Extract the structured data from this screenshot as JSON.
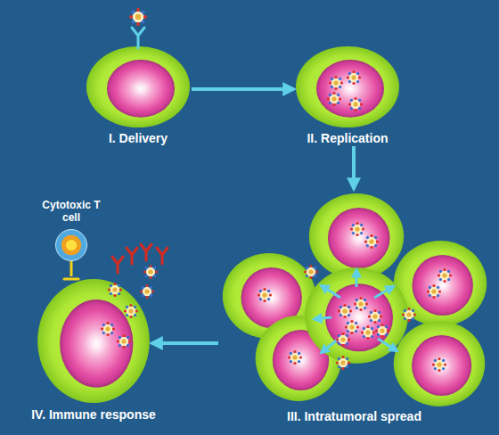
{
  "diagram": {
    "nodes": [
      {
        "text": [
          "I. Delivery"
        ]
      },
      {
        "text": [
          "II. Replication"
        ]
      },
      {
        "text": [
          "III. Intratumoral spread"
        ]
      },
      {
        "text": [
          "Cytotoxic T cell"
        ]
      },
      {
        "text": [
          "IV. Immune response"
        ]
      }
    ],
    "edges": [
      {
        "from": 0,
        "to": 1,
        "arrow": "to"
      },
      {
        "from": 1,
        "to": 2,
        "arrow": "to"
      },
      {
        "from": 2,
        "to": 4,
        "arrow": "to"
      },
      {
        "from": 3,
        "to": 4,
        "arrow": "none"
      }
    ]
  }
}
